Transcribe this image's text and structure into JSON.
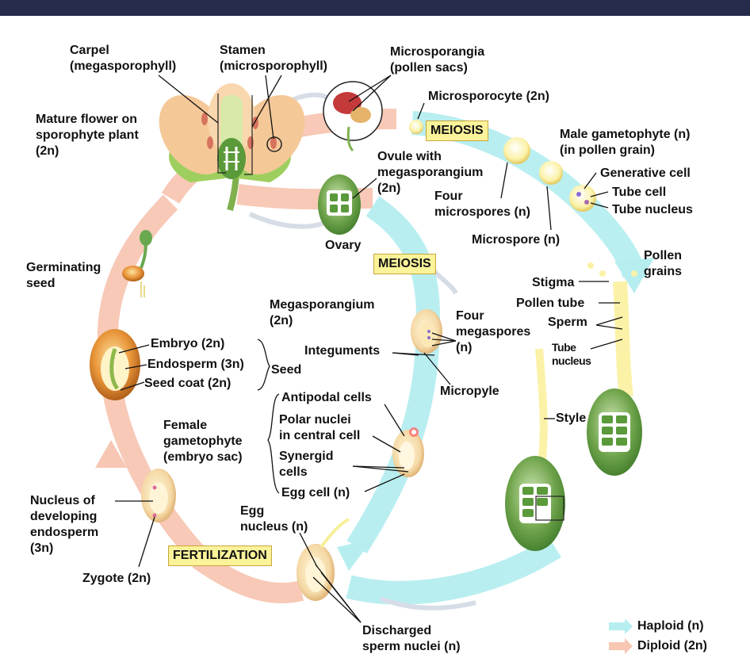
{
  "labels": {
    "carpel": [
      "Carpel",
      "(megasporophyll)"
    ],
    "stamen": [
      "Stamen",
      "(microsporophyll)"
    ],
    "microsporangia": [
      "Microsporangia",
      "(pollen sacs)"
    ],
    "microsporocyte": "Microsporocyte (2n)",
    "mature_flower": [
      "Mature flower on",
      "sporophyte plant",
      "(2n)"
    ],
    "ovule": [
      "Ovule with",
      "megasporangium",
      "(2n)"
    ],
    "male_gametophyte": [
      "Male gametophyte (n)",
      "(in pollen grain)"
    ],
    "generative_cell": "Generative cell",
    "tube_cell": "Tube cell",
    "tube_nucleus_top": "Tube nucleus",
    "four_microspores": [
      "Four",
      "microspores (n)"
    ],
    "microspore": "Microspore (n)",
    "ovary": "Ovary",
    "germinating_seed": [
      "Germinating",
      "seed"
    ],
    "pollen_grains": [
      "Pollen",
      "grains"
    ],
    "stigma": "Stigma",
    "pollen_tube": "Pollen tube",
    "sperm": "Sperm",
    "tube_nucleus_low": [
      "Tube",
      "nucleus"
    ],
    "megasporangium": [
      "Megasporangium",
      "(2n)"
    ],
    "four_megaspores": [
      "Four",
      "megaspores",
      "(n)"
    ],
    "integuments": "Integuments",
    "micropyle": "Micropyle",
    "embryo": "Embryo (2n)",
    "endosperm": "Endosperm (3n)",
    "seed_coat": "Seed coat (2n)",
    "seed": "Seed",
    "antipodal": "Antipodal cells",
    "polar_nuclei": [
      "Polar nuclei",
      "in central cell"
    ],
    "synergid": [
      "Synergid",
      "cells"
    ],
    "egg_cell": "Egg cell (n)",
    "female_gametophyte": [
      "Female",
      "gametophyte",
      "(embryo sac)"
    ],
    "style": "Style",
    "nucleus_endosperm": [
      "Nucleus of",
      "developing",
      "endosperm",
      "(3n)"
    ],
    "egg_nucleus": [
      "Egg",
      "nucleus (n)"
    ],
    "zygote": "Zygote (2n)",
    "discharged": [
      "Discharged",
      "sperm nuclei (n)"
    ]
  },
  "boxes": {
    "meiosis_top": "MEIOSIS",
    "meiosis_mid": "MEIOSIS",
    "fertilization": "FERTILIZATION"
  },
  "legend": {
    "haploid": "Haploid (n)",
    "diploid": "Diploid (2n)"
  },
  "colors": {
    "haploid": "#b6eef0",
    "diploid": "#f7c7b3",
    "box_fill": "#fbf39a",
    "header": "#252b4a"
  }
}
